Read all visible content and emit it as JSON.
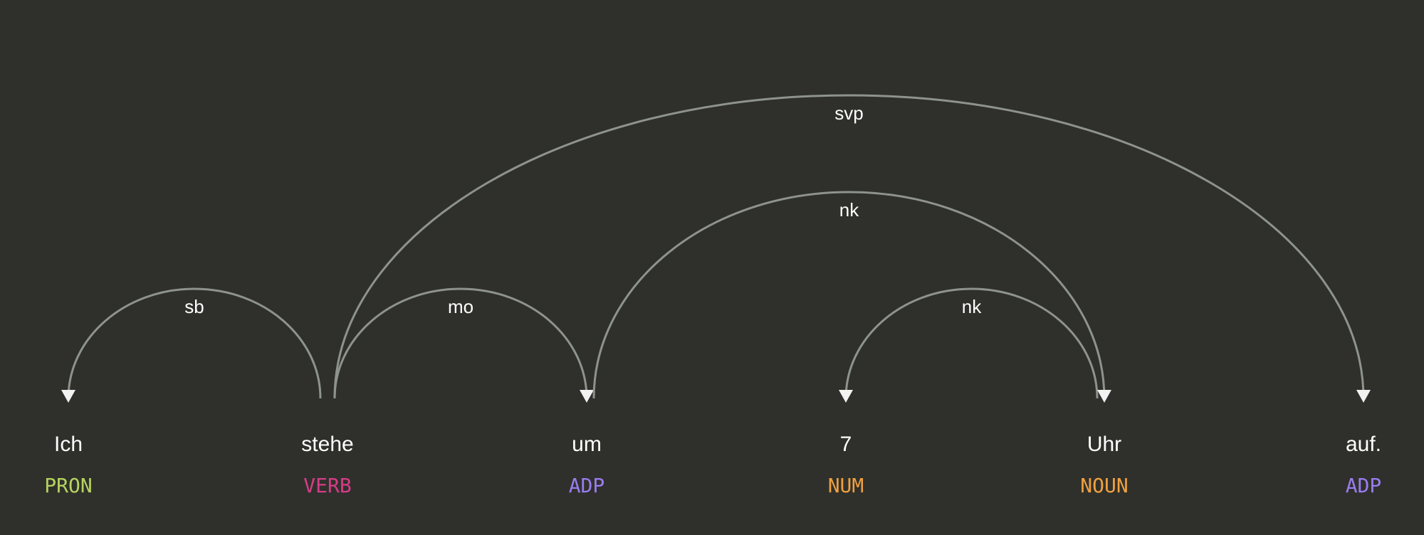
{
  "tokens": [
    {
      "text": "Ich",
      "tag": "PRON",
      "color": "#b5d35f"
    },
    {
      "text": "stehe",
      "tag": "VERB",
      "color": "#d63c88"
    },
    {
      "text": "um",
      "tag": "ADP",
      "color": "#9a7cf0"
    },
    {
      "text": "7",
      "tag": "NUM",
      "color": "#f0a040"
    },
    {
      "text": "Uhr",
      "tag": "NOUN",
      "color": "#f0a040"
    },
    {
      "text": "auf.",
      "tag": "ADP",
      "color": "#9a7cf0"
    }
  ],
  "arcs": [
    {
      "label": "sb",
      "head": 1,
      "dep": 0
    },
    {
      "label": "mo",
      "head": 1,
      "dep": 2
    },
    {
      "label": "nk",
      "head": 4,
      "dep": 3
    },
    {
      "label": "nk",
      "head": 2,
      "dep": 4
    },
    {
      "label": "svp",
      "head": 1,
      "dep": 5
    }
  ],
  "colors": {
    "background": "#2f302b",
    "arc_stroke": "#8e938f",
    "arrowhead": "#f2f2f2",
    "text": "#ffffff"
  }
}
